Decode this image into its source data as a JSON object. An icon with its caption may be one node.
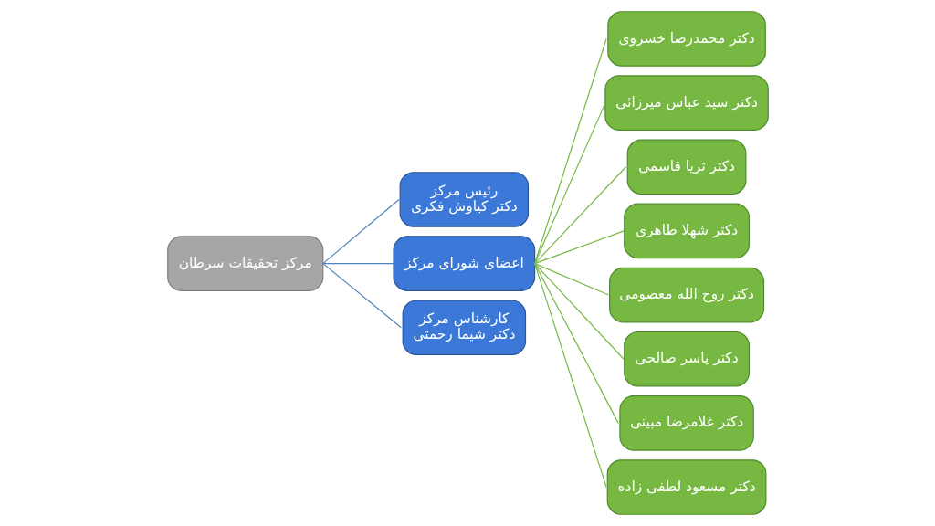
{
  "diagram": {
    "nodes": [
      {
        "text": [
          "مرکز تحقیقات سرطان"
        ]
      },
      {
        "text": [
          "رئیس مرکز",
          "دکتر کیاوش فکری"
        ]
      },
      {
        "text": [
          "اعضای شورای مرکز"
        ]
      },
      {
        "text": [
          "کارشناس مرکز",
          "دکتر شیما رحمتی"
        ]
      },
      {
        "text": [
          "دکتر محمدرضا خسروی"
        ]
      },
      {
        "text": [
          "دکتر سید عباس میرزائی"
        ]
      },
      {
        "text": [
          "دکتر ثریا قاسمی"
        ]
      },
      {
        "text": [
          "دکتر شهلا طاهری"
        ]
      },
      {
        "text": [
          "دکتر روح الله معصومی"
        ]
      },
      {
        "text": [
          "دکتر یاسر صالحی"
        ]
      },
      {
        "text": [
          "دکتر غلامرضا مبینی"
        ]
      },
      {
        "text": [
          "دکتر مسعود لطفی زاده"
        ]
      }
    ],
    "edges": [
      {
        "from": 0,
        "to": 1,
        "arrow": "none",
        "color": "#4f81bd"
      },
      {
        "from": 0,
        "to": 2,
        "arrow": "none",
        "color": "#4f81bd"
      },
      {
        "from": 0,
        "to": 3,
        "arrow": "none",
        "color": "#4f81bd"
      },
      {
        "from": 2,
        "to": 4,
        "arrow": "none"
      },
      {
        "from": 2,
        "to": 5,
        "arrow": "none"
      },
      {
        "from": 2,
        "to": 6,
        "arrow": "none"
      },
      {
        "from": 2,
        "to": 7,
        "arrow": "none"
      },
      {
        "from": 2,
        "to": 8,
        "arrow": "none"
      },
      {
        "from": 2,
        "to": 9,
        "arrow": "none"
      },
      {
        "from": 2,
        "to": 10,
        "arrow": "none"
      },
      {
        "from": 2,
        "to": 11,
        "arrow": "none"
      }
    ]
  }
}
